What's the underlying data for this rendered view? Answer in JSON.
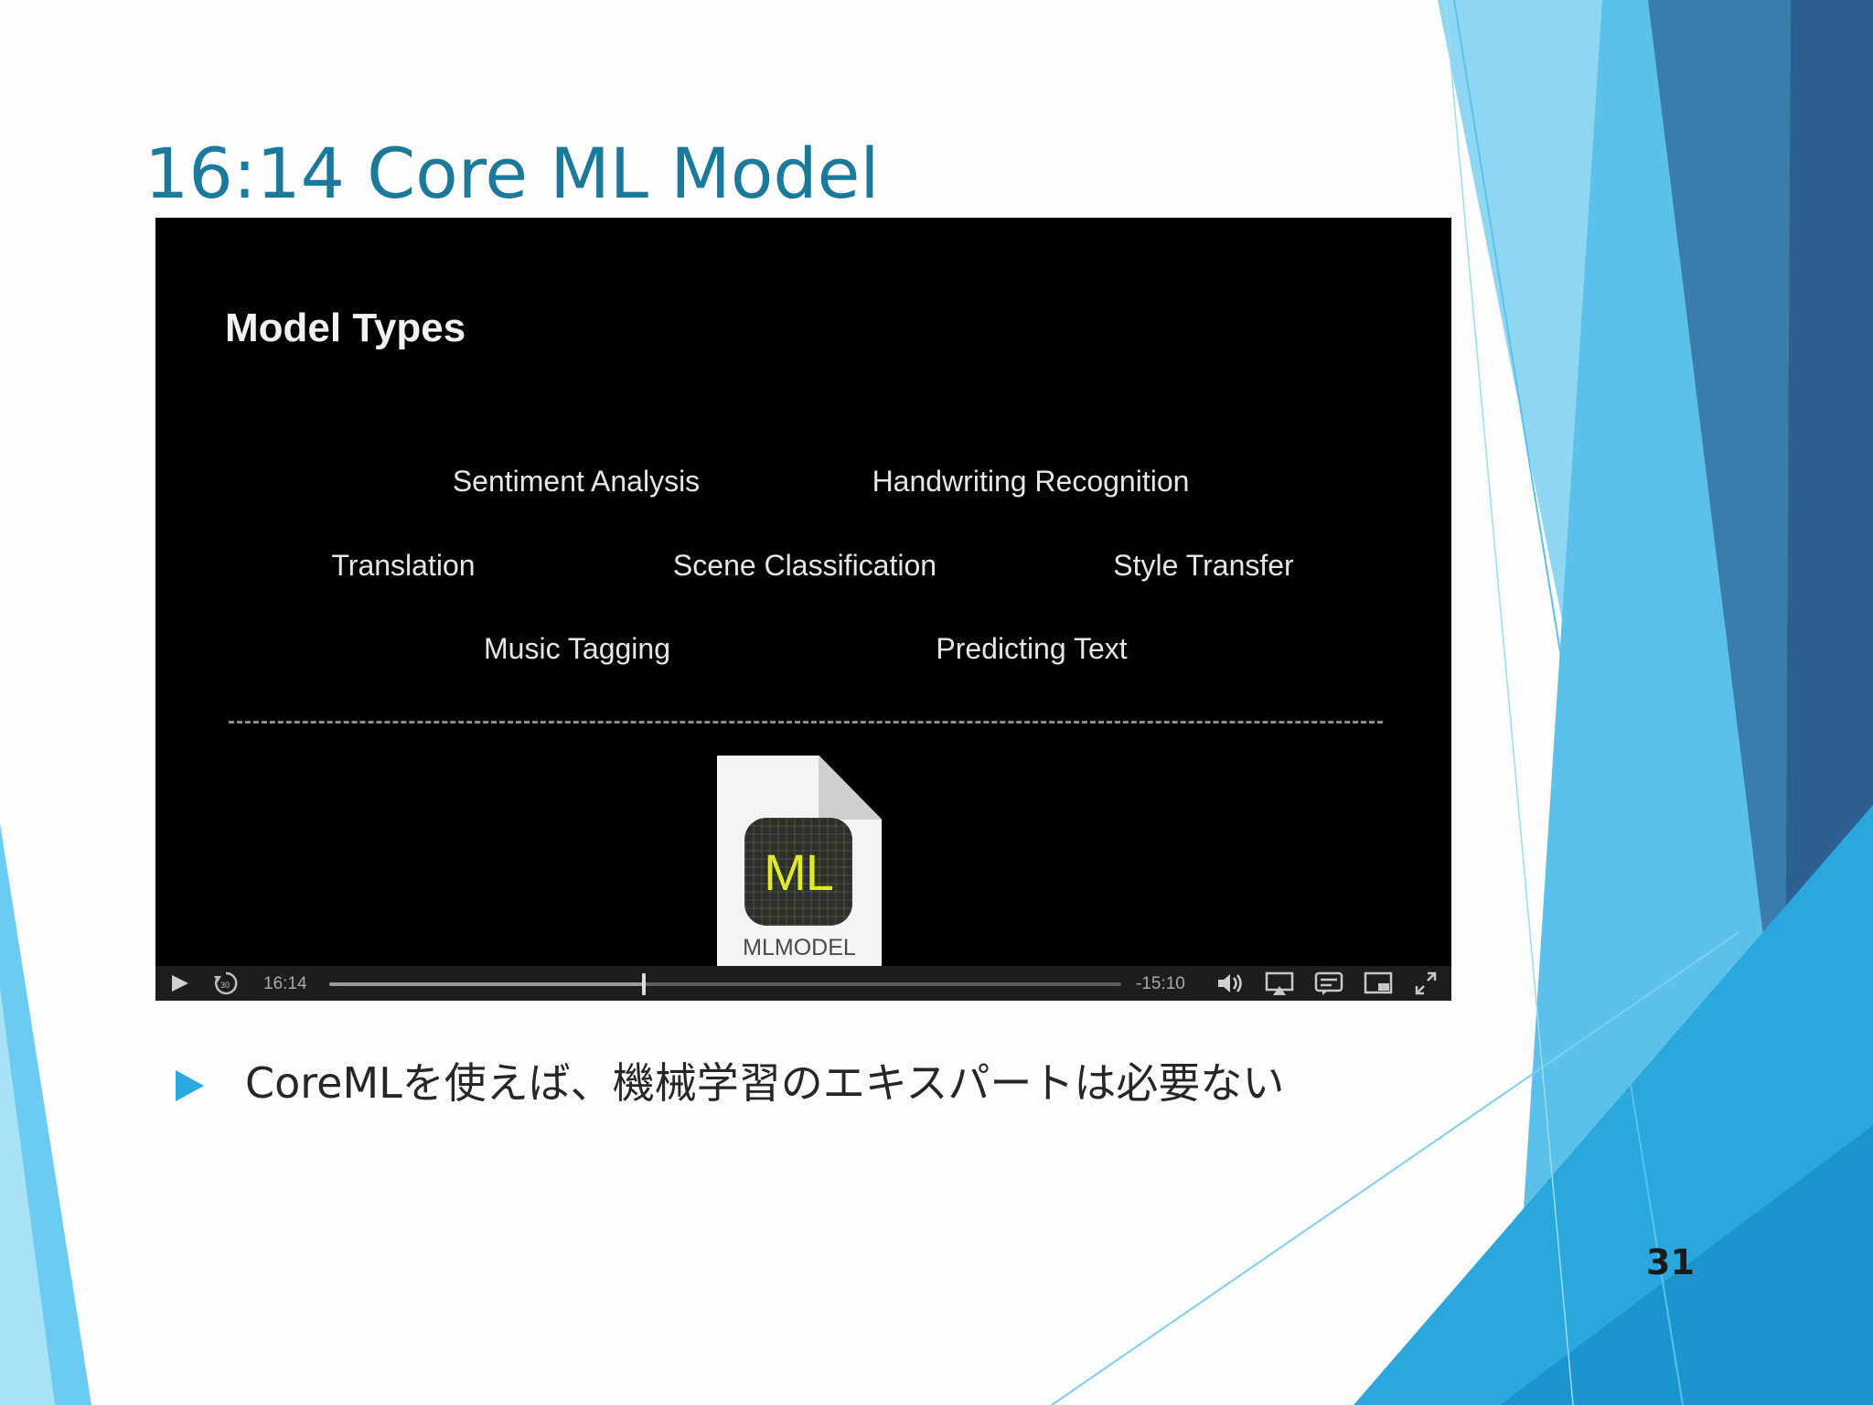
{
  "slide": {
    "title": "16:14 Core ML Model",
    "page_number": "31",
    "bullets": [
      "CoreMLを使えば、機械学習のエキスパートは必要ない"
    ],
    "colors": {
      "title": "#1b7a9c",
      "accent": "#29a9dd",
      "background": "#fdfdfd"
    }
  },
  "video": {
    "heading": "Model Types",
    "model_types": [
      "Sentiment Analysis",
      "Handwriting Recognition",
      "Translation",
      "Scene Classification",
      "Style Transfer",
      "Music Tagging",
      "Predicting Text"
    ],
    "file_icon": {
      "icon_text": "ML",
      "label": "MLMODEL",
      "icon": "mlmodel-file-icon"
    },
    "player": {
      "current_time": "16:14",
      "remaining_time": "-15:10",
      "progress": 0.397,
      "icons": [
        "play-icon",
        "skip-back-icon",
        "volume-icon",
        "airplay-icon",
        "subtitles-icon",
        "picture-in-picture-icon",
        "fullscreen-icon"
      ]
    }
  }
}
